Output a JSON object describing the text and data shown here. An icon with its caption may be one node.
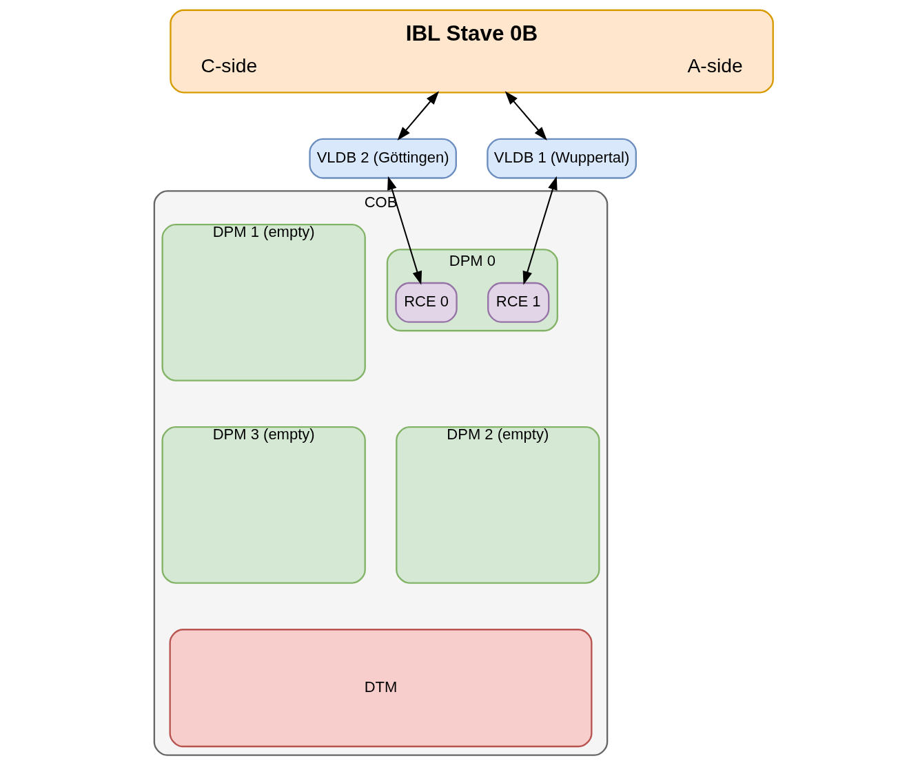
{
  "diagram": {
    "nodes": [
      {
        "text": [
          "IBL Stave 0B",
          "C-side",
          "A-side"
        ]
      },
      {
        "text": [
          "VLDB 2 (Göttingen)"
        ]
      },
      {
        "text": [
          "VLDB 1 (Wuppertal)"
        ]
      },
      {
        "text": [
          "COB"
        ]
      },
      {
        "text": [
          "DPM 0"
        ],
        "in": 3
      },
      {
        "text": [
          "RCE 0"
        ],
        "in": 4
      },
      {
        "text": [
          "RCE 1"
        ],
        "in": 4
      },
      {
        "text": [
          "DPM 1 (empty)"
        ],
        "in": 3
      },
      {
        "text": [
          "DPM 2 (empty)"
        ],
        "in": 3
      },
      {
        "text": [
          "DPM 3 (empty)"
        ],
        "in": 3
      },
      {
        "text": [
          "DTM"
        ],
        "in": 3
      }
    ],
    "edges": [
      {
        "from": 0,
        "to": 1,
        "arrow": "both"
      },
      {
        "from": 0,
        "to": 2,
        "arrow": "both"
      },
      {
        "from": 1,
        "to": 5,
        "arrow": "both"
      },
      {
        "from": 2,
        "to": 6,
        "arrow": "both"
      }
    ]
  }
}
